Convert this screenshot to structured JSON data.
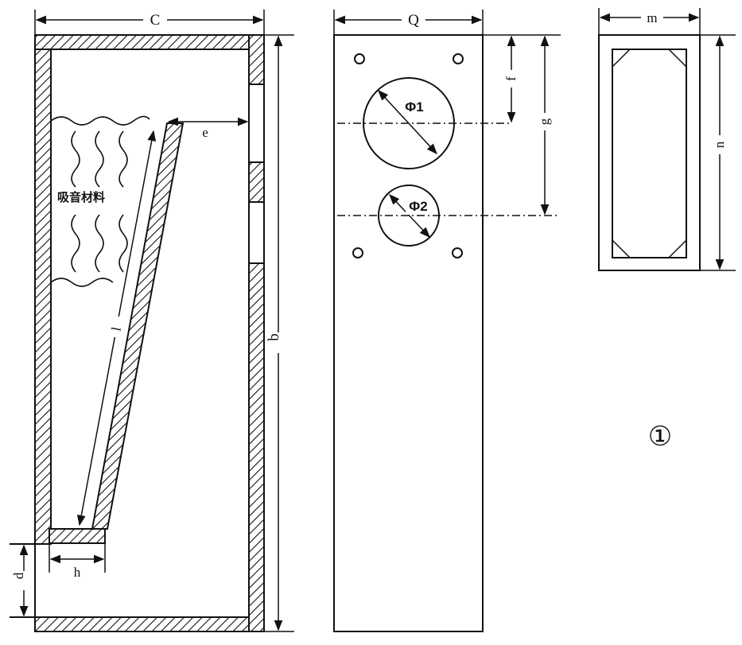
{
  "box": {
    "width_label": "C",
    "height_label": "b",
    "duct_length_label": "l",
    "opening_label": "e",
    "bottom_plate_label": "h",
    "port_height_label": "d",
    "material_label": "吸音材料"
  },
  "front": {
    "width_label": "Q",
    "top_to_driver1_label": "f",
    "top_to_driver2_label": "g",
    "driver1_label": "Φ1",
    "driver2_label": "Φ2"
  },
  "section": {
    "width_label": "m",
    "height_label": "n"
  },
  "figure_number": "①"
}
